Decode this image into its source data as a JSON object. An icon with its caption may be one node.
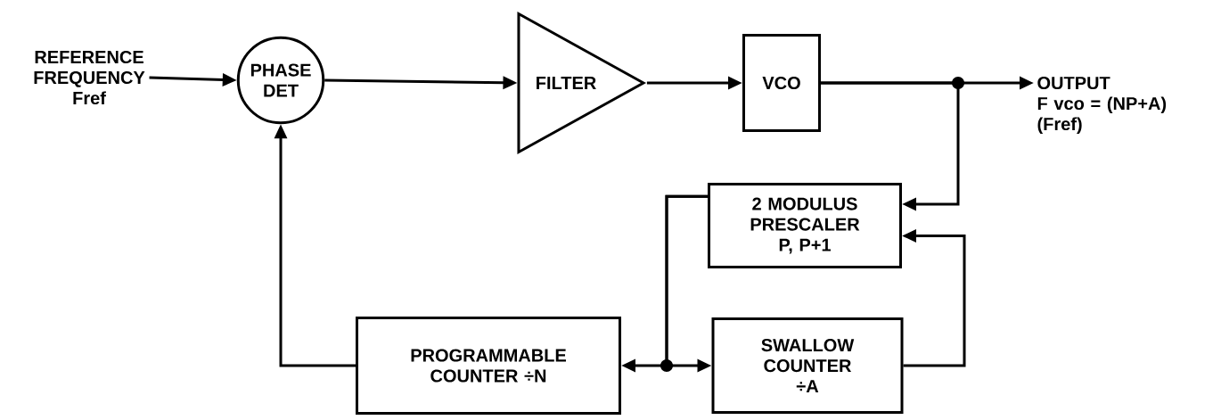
{
  "diagram": {
    "nodes": [
      {
        "text": [
          "REFERENCE FREQUENCY Fref"
        ]
      },
      {
        "text": [
          "PHASE DET"
        ]
      },
      {
        "text": [
          "FILTER"
        ]
      },
      {
        "text": [
          "VCO"
        ]
      },
      {
        "text": [
          "OUTPUT",
          "F vco = (NP+A) (Fref)"
        ]
      },
      {
        "text": [
          "2 MODULUS PRESCALER P, P+1"
        ]
      },
      {
        "text": [
          "PROGRAMMABLE COUNTER ÷N"
        ]
      },
      {
        "text": [
          "SWALLOW COUNTER ÷A"
        ]
      }
    ],
    "edges": [
      {
        "from": 0,
        "to": 1,
        "arrow": "to"
      },
      {
        "from": 1,
        "to": 2,
        "arrow": "to"
      },
      {
        "from": 2,
        "to": 3,
        "arrow": "to"
      },
      {
        "from": 3,
        "to": 4,
        "arrow": "to"
      },
      {
        "from": 3,
        "to": 5,
        "arrow": "to"
      },
      {
        "from": 5,
        "to": 6,
        "arrow": "to"
      },
      {
        "from": 5,
        "to": 7,
        "arrow": "to"
      },
      {
        "from": 7,
        "to": 5,
        "arrow": "to"
      },
      {
        "from": 6,
        "to": 1,
        "arrow": "to"
      }
    ]
  }
}
